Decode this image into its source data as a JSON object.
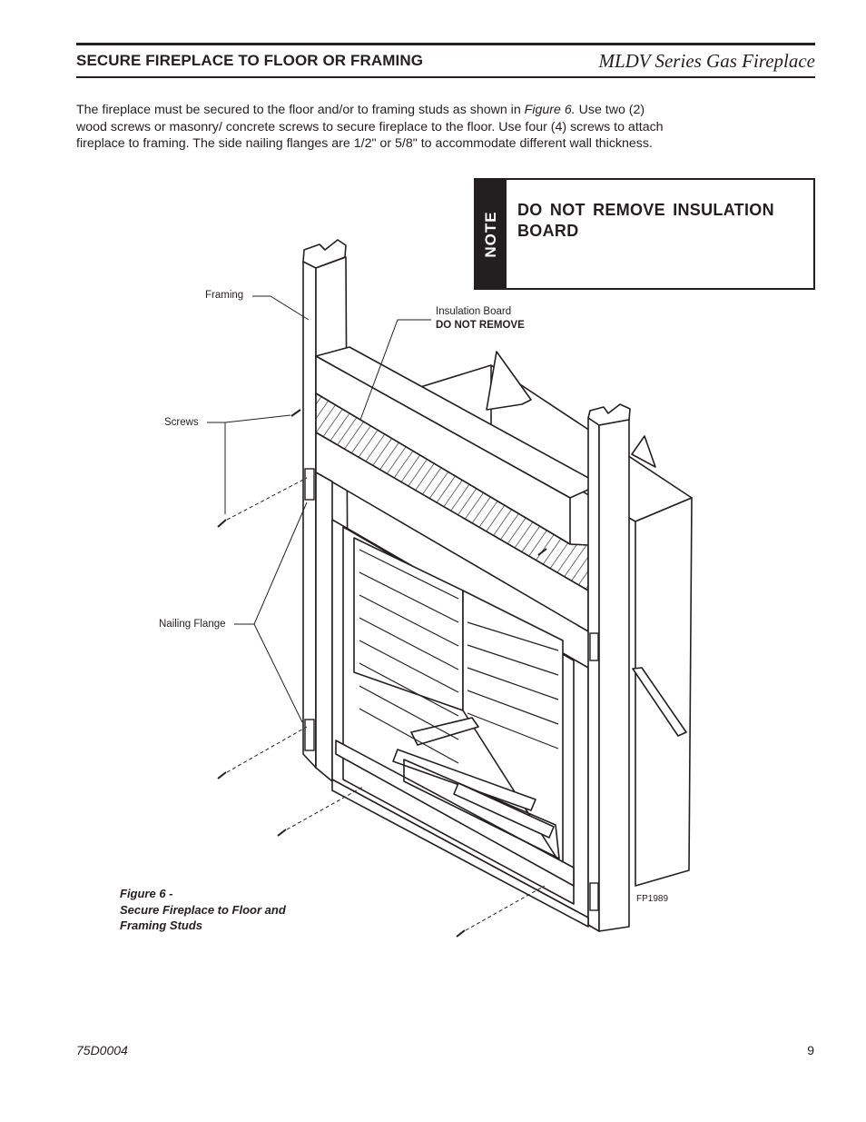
{
  "header": {
    "section_title": "SECURE FIREPLACE TO FLOOR OR FRAMING",
    "series_title": "MLDV Series Gas Fireplace"
  },
  "body": {
    "paragraph_before": "The fireplace must be secured to the floor and/or to framing studs as shown in ",
    "figure_ref": "Figure 6.",
    "paragraph_after": " Use two (2) wood screws or masonry/ concrete screws to secure fireplace to the floor. Use four (4) screws to attach fireplace to framing. The side nailing flanges are 1/2\" or 5/8\" to accommodate different wall thickness."
  },
  "note": {
    "tab_label": "NOTE",
    "text": "DO NOT REMOVE INSULATION BOARD"
  },
  "figure": {
    "labels": {
      "framing": "Framing",
      "insulation_board": "Insulation Board",
      "do_not_remove": "DO NOT REMOVE",
      "screws": "Screws",
      "nailing_flange": "Nailing Flange",
      "drawing_code": "FP1989"
    },
    "caption_line1": "Figure 6 -",
    "caption_line2": "Secure Fireplace to Floor and",
    "caption_line3": "Framing Studs"
  },
  "footer": {
    "doc_number": "75D0004",
    "page_number": "9"
  }
}
